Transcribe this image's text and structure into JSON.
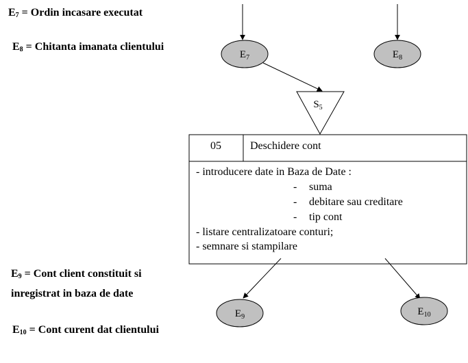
{
  "legend": {
    "e7": {
      "sym": "E",
      "sub": "7",
      "text": "= Ordin incasare executat"
    },
    "e8": {
      "sym": "E",
      "sub": "8",
      "text": "= Chitanta imanata clientului"
    },
    "e9": {
      "sym": "E",
      "sub": "9",
      "text": "= Cont client constituit si",
      "text2": "inregistrat in baza de date"
    },
    "e10": {
      "sym": "E",
      "sub": "10",
      "text": "= Cont curent dat clientului"
    }
  },
  "nodes": {
    "e7": {
      "sym": "E",
      "sub": "7"
    },
    "e8": {
      "sym": "E",
      "sub": "8"
    },
    "e9": {
      "sym": "E",
      "sub": "9"
    },
    "e10": {
      "sym": "E",
      "sub": "10"
    },
    "s5": {
      "sym": "S",
      "sub": "5"
    }
  },
  "process": {
    "code": "05",
    "title": "Deschidere cont",
    "lines": [
      "- introducere date in Baza de Date :",
      "-",
      "suma",
      "-",
      "debitare sau creditare",
      "-",
      "tip cont",
      "- listare centralizatoare conturi;",
      "- semnare si stampilare"
    ]
  },
  "colors": {
    "node_fill": "#c0c0c0",
    "stroke": "#000000"
  }
}
